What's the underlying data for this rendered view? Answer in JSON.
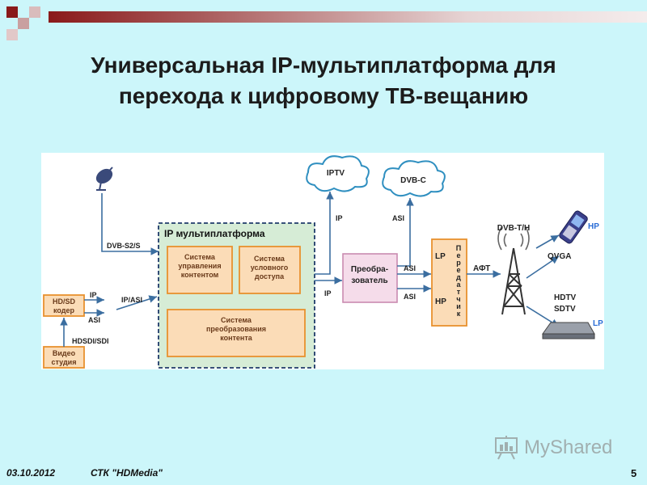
{
  "slide": {
    "title_line1": "Универсальная IP-мультиплатформа для",
    "title_line2": "перехода к цифровому ТВ-вещанию",
    "footer_date": "03.10.2012",
    "footer_org": "СТК \"HDMedia\"",
    "page_number": "5",
    "watermark": "MyShared"
  },
  "colors": {
    "background": "#ccf6fa",
    "accent_red": "#8a1a1a",
    "block_orange_fill": "#fbdcb7",
    "block_orange_stroke": "#e8912e",
    "platform_fill": "#d6ecd6",
    "platform_stroke": "#1f3a6a",
    "converter_fill": "#f5dcea",
    "converter_stroke": "#c98bb0",
    "cloud_stroke": "#2f8fc0",
    "arrow": "#3b6ea0",
    "label_blue": "#2a6dd6"
  },
  "diagram": {
    "dvb_s2s": "DVB-S2/S",
    "platform_title": "IP мультиплатформа",
    "sys_content_mgmt": [
      "Система",
      "управления",
      "контентом"
    ],
    "sys_cond_access": [
      "Система",
      "условного",
      "доступа"
    ],
    "sys_content_conv": [
      "Система",
      "преобразования",
      "контента"
    ],
    "encoder": [
      "HD/SD",
      "кодер"
    ],
    "studio": [
      "Видео",
      "студия"
    ],
    "ip": "IP",
    "asi": "ASI",
    "ip_asi": "IP/ASI",
    "hdsdi": "HDSDI/SDI",
    "iptv": "IPTV",
    "dvbc": "DVB-C",
    "converter": [
      "Преобра-",
      "зователь"
    ],
    "lp": "LP",
    "hp": "HP",
    "transmitter_vertical": [
      "П",
      "е",
      "р",
      "е",
      "д",
      "а",
      "т",
      "ч",
      "и",
      "к"
    ],
    "aft": "АФТ",
    "dvbth": "DVB-T/H",
    "qvga": "QVGA",
    "hdtv": "HDTV",
    "sdtv": "SDTV",
    "hp_label": "HP",
    "lp_label": "LP"
  }
}
